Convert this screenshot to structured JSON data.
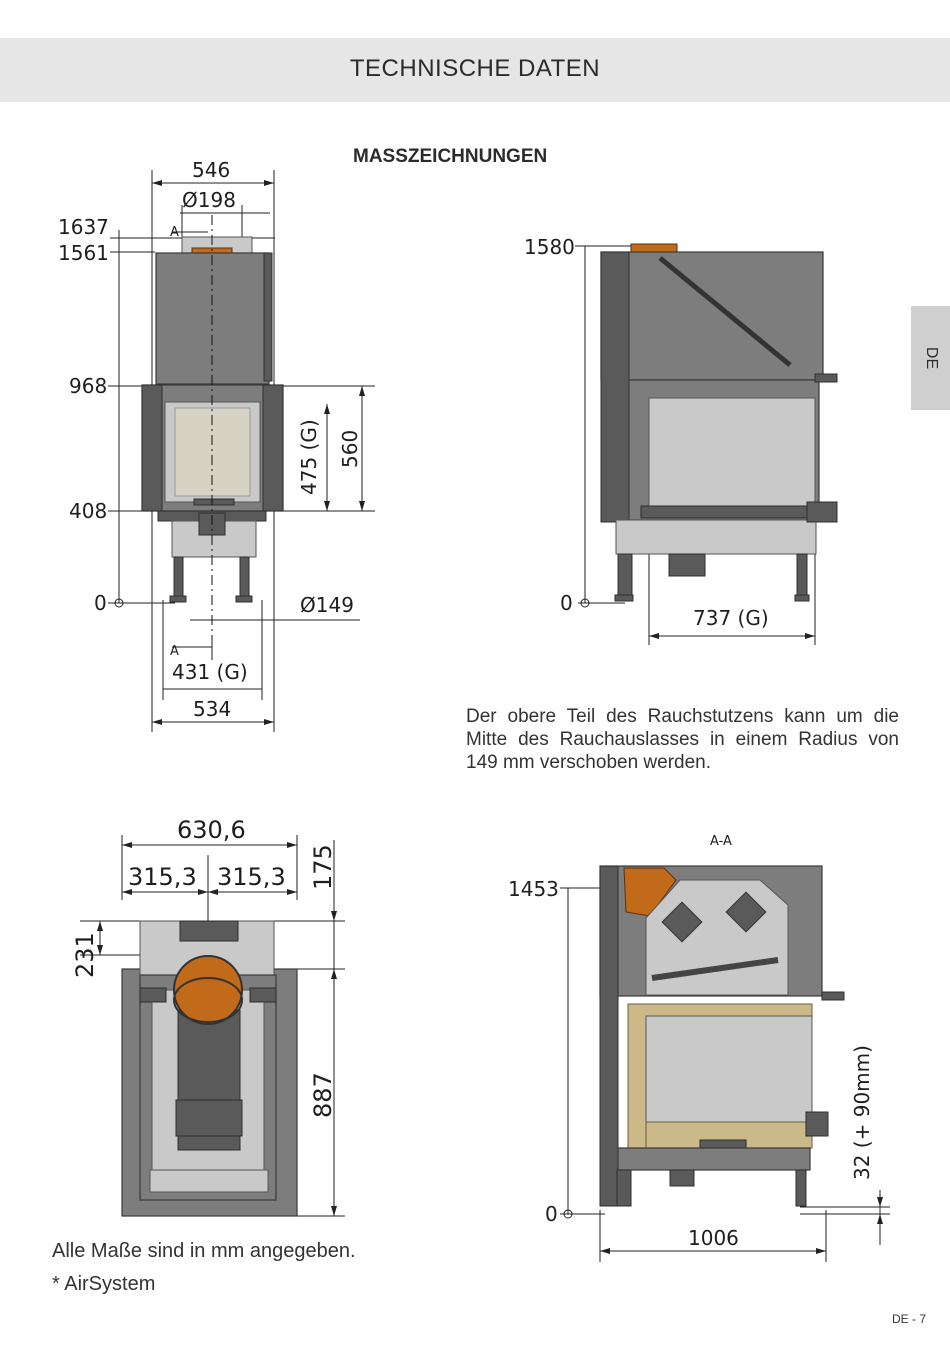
{
  "header": {
    "title": "TECHNISCHE DATEN"
  },
  "section": {
    "title": "MASSZEICHNUNGEN"
  },
  "side_tab": {
    "label": "DE"
  },
  "front_view": {
    "width_top": "546",
    "flue_diameter": "Ø198",
    "height_max": "1637",
    "height_body_top": "1561",
    "height_door_top": "968",
    "height_door_bottom": "408",
    "height_zero": "0",
    "section_marker_top": "A",
    "section_marker_bottom": "A",
    "glass_height": "475 (G)",
    "door_height": "560",
    "shift_radius": "Ø149",
    "glass_width": "431 (G)",
    "width_bottom": "534"
  },
  "side_view": {
    "height_top": "1580",
    "height_zero": "0",
    "glass_depth": "737 (G)"
  },
  "note": {
    "text": "Der obere Teil des Rauchstutzens kann um die Mitte des Rauchauslasses in einem Radius von 149 mm verschoben werden."
  },
  "top_view": {
    "width_total": "630,6",
    "half_left": "315,3",
    "half_right": "315,3",
    "offset_top": "175",
    "offset_flue": "231",
    "depth": "887"
  },
  "section_view": {
    "label": "A-A",
    "height_flue": "1453",
    "height_zero": "0",
    "leg_adjust": "32 (+ 90mm)",
    "depth_total": "1006"
  },
  "footer": {
    "units_note": "Alle Maße sind in mm angegeben.",
    "airsystem_note": "* AirSystem",
    "page_number": "DE - 7"
  }
}
